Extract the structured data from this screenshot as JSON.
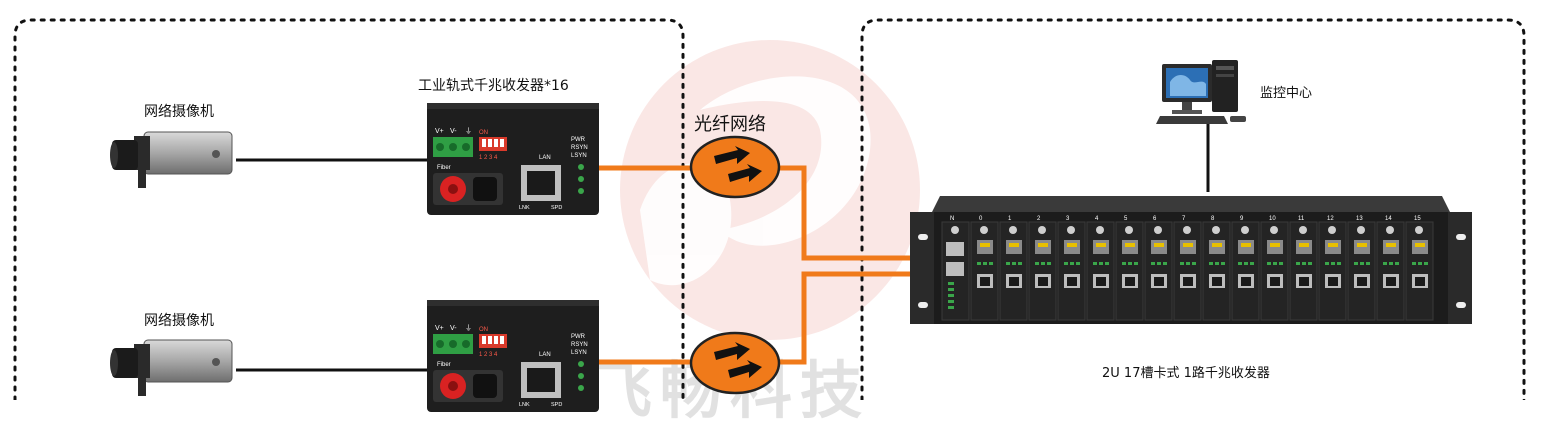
{
  "labels": {
    "camera_top": "网络摄像机",
    "camera_bottom": "网络摄像机",
    "transceiver_group": "工业轨式千兆收发器*16",
    "fiber_network": "光纤网络",
    "monitor_center": "监控中心",
    "chassis": "2U 17槽卡式 1路千兆收发器"
  },
  "device_panel": {
    "power_labels": [
      "V+",
      "V-",
      "⏚"
    ],
    "dip_labels": [
      "ON",
      "1 2 3 4"
    ],
    "status_labels": [
      "PWR",
      "RSYN",
      "LSYN"
    ],
    "fiber_label": "Fiber",
    "lan_label": "LAN",
    "lnk_label": "LNK",
    "spd_label": "SPD"
  },
  "chassis_slots": [
    "N",
    "0",
    "1",
    "2",
    "3",
    "4",
    "5",
    "6",
    "7",
    "8",
    "9",
    "10",
    "11",
    "12",
    "13",
    "14",
    "15"
  ],
  "watermark": "飞畅科技",
  "colors": {
    "fiber": "#f07a1a",
    "device": "#1e1e1e",
    "accent_red": "#d93a2b",
    "green": "#3aa64a"
  }
}
